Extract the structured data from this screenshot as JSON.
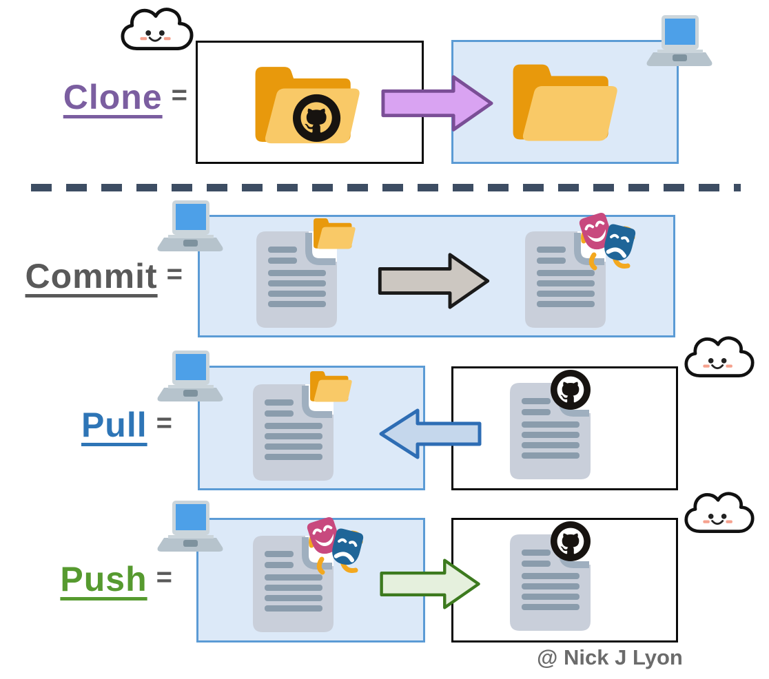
{
  "attribution": "@ Nick J Lyon",
  "separator": {
    "style": "dashed-line",
    "color": "#3D4D63"
  },
  "rows": [
    {
      "term": "Clone",
      "equals": "=",
      "term_color": "#7B5EA0",
      "source": {
        "box": "black-outline-box",
        "icon": "folder-with-github-badge-icon",
        "decoration": "cloud-face-icon"
      },
      "arrow": {
        "direction": "right",
        "fill": "#D9A3F2",
        "stroke": "#7A4E96"
      },
      "target": {
        "box": "blue-box",
        "icon": "open-folder-icon",
        "decoration": "laptop-icon"
      }
    },
    {
      "term": "Commit",
      "equals": "=",
      "term_color": "#595959",
      "source": {
        "box": "blue-box",
        "icon": "document-with-folder-badge-icon",
        "decoration": "laptop-icon"
      },
      "arrow": {
        "direction": "right",
        "fill": "#CCC7C1",
        "stroke": "#1A1A1A"
      },
      "target": {
        "box": "blue-box",
        "icon": "document-with-masks-badge-icon"
      }
    },
    {
      "term": "Pull",
      "equals": "=",
      "term_color": "#2E75B6",
      "source": {
        "box": "black-outline-box",
        "icon": "document-with-github-badge-icon",
        "decoration": "cloud-face-icon"
      },
      "arrow": {
        "direction": "left",
        "fill": "#C5D7EC",
        "stroke": "#2E6DB4"
      },
      "target": {
        "box": "blue-box",
        "icon": "document-with-folder-badge-icon",
        "decoration": "laptop-icon"
      }
    },
    {
      "term": "Push",
      "equals": "=",
      "term_color": "#569A2F",
      "source": {
        "box": "blue-box",
        "icon": "document-with-masks-badge-icon",
        "decoration": "laptop-icon"
      },
      "arrow": {
        "direction": "right",
        "fill": "#E5F0DD",
        "stroke": "#3C7A1E"
      },
      "target": {
        "box": "black-outline-box",
        "icon": "document-with-github-badge-icon",
        "decoration": "cloud-face-icon"
      }
    }
  ],
  "colors": {
    "blue_box_fill": "#DCE9F8",
    "blue_box_border": "#5B9BD5",
    "black_box_border": "#0A0A0A",
    "folder_back": "#E8990C",
    "folder_front": "#F9C967",
    "document_body": "#C9CFDA",
    "document_lines": "#8A9CAC",
    "document_fold": "#9FAFBF",
    "laptop_screen": "#4DA0E8",
    "mask_comedy_pink": "#C8497E",
    "mask_tragedy_blue": "#1F6598",
    "mask_ribbon_yellow": "#F3A81F",
    "github_badge": "#171310",
    "attribution_text": "#6B6B6B",
    "divider": "#3D4D63"
  }
}
